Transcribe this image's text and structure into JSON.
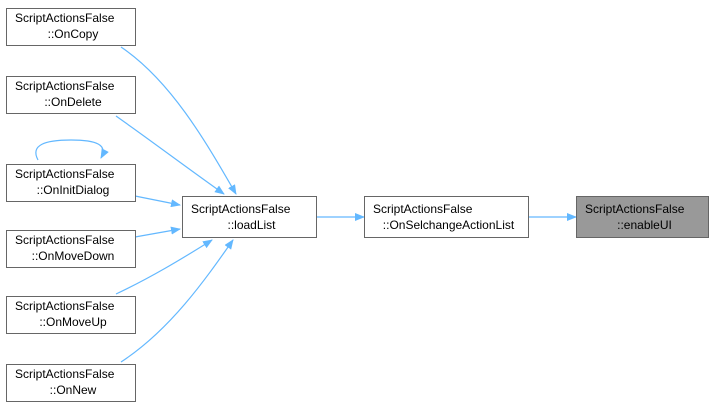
{
  "diagram": {
    "colors": {
      "edge": "#63b8ff",
      "node_border": "#666666",
      "node_fill": "#ffffff",
      "current_fill": "#999999"
    },
    "nodes": {
      "oncopy": {
        "line1": "ScriptActionsFalse",
        "line2": "::OnCopy"
      },
      "ondelete": {
        "line1": "ScriptActionsFalse",
        "line2": "::OnDelete"
      },
      "oninitdialog": {
        "line1": "ScriptActionsFalse",
        "line2": "::OnInitDialog"
      },
      "onmovedown": {
        "line1": "ScriptActionsFalse",
        "line2": "::OnMoveDown"
      },
      "onmoveup": {
        "line1": "ScriptActionsFalse",
        "line2": "::OnMoveUp"
      },
      "onnew": {
        "line1": "ScriptActionsFalse",
        "line2": "::OnNew"
      },
      "loadlist": {
        "line1": "ScriptActionsFalse",
        "line2": "::loadList"
      },
      "onselchange": {
        "line1": "ScriptActionsFalse",
        "line2": "::OnSelchangeActionList"
      },
      "enableui": {
        "line1": "ScriptActionsFalse",
        "line2": "::enableUI"
      }
    },
    "edges": [
      {
        "from": "oncopy",
        "to": "loadlist"
      },
      {
        "from": "ondelete",
        "to": "loadlist"
      },
      {
        "from": "oninitdialog",
        "to": "loadlist"
      },
      {
        "from": "oninitdialog",
        "to": "oninitdialog"
      },
      {
        "from": "onmovedown",
        "to": "loadlist"
      },
      {
        "from": "onmoveup",
        "to": "loadlist"
      },
      {
        "from": "onnew",
        "to": "loadlist"
      },
      {
        "from": "loadlist",
        "to": "onselchange"
      },
      {
        "from": "onselchange",
        "to": "enableui"
      }
    ]
  }
}
